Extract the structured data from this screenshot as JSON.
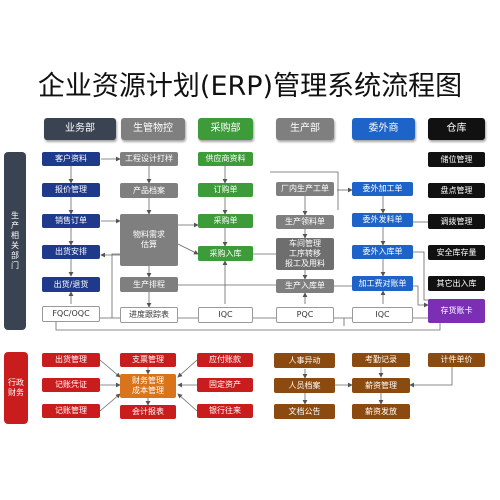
{
  "title": "企业资源计划(ERP)管理系统流程图",
  "colors": {
    "business": "#1f3a8a",
    "production_control": "#7f7f7f",
    "purchasing": "#3d9b3a",
    "production": "#7f7f7f",
    "outsourcing": "#1e63c7",
    "warehouse": "#111111",
    "admin": "#c91d1d",
    "finance_center": "#d9741a",
    "hr": "#8b4a10",
    "inventory_ledger": "#7a2fb5"
  },
  "side_labels": {
    "production_dept": "生\n产\n相\n关\n部\n门",
    "admin_finance": "行政\n财务"
  },
  "headers": {
    "business": "业务部",
    "production_control": "生管物控",
    "purchasing": "采购部",
    "production": "生产部",
    "outsourcing": "委外商",
    "warehouse": "仓库"
  },
  "business": {
    "customer": "客户资料",
    "quote": "报价管理",
    "sales_order": "销售订单",
    "shipment": "出货安排",
    "delivery": "出货/退货",
    "qc": "FQC/OQC"
  },
  "production_control": {
    "engineering": "工程设计打样",
    "product_file": "产品档案",
    "mrp": "物料需求\n估算",
    "scheduling": "生产排程",
    "progress": "进度跟踪表"
  },
  "purchasing": {
    "supplier": "供应商资料",
    "po": "订购单",
    "purchase": "采购单",
    "receiving": "采购入库",
    "iqc": "IQC"
  },
  "production": {
    "work_order": "厂内生产工单",
    "requisition": "生产领料单",
    "workshop": "车间管理\n工序转移\n报工及用料",
    "finished_in": "生产入库单",
    "pqc": "PQC"
  },
  "outsourcing": {
    "out_order": "委外加工单",
    "out_issue": "委外发料单",
    "out_in": "委外入库单",
    "fee": "加工费对账单",
    "iqc": "IQC"
  },
  "warehouse": {
    "storage": "储位管理",
    "stocktake": "盘点管理",
    "transfer": "调拨管理",
    "safety": "安全库存量",
    "other": "其它出入库",
    "ledger": "存货账卡"
  },
  "admin": {
    "shipping_mgmt": "出货管理",
    "voucher": "记账凭证",
    "bookkeeping": "记账管理",
    "payment_mgmt": "支票管理",
    "finance_mgmt": "财务管理\n成本管理",
    "report": "会计报表",
    "payables": "应付账款",
    "fixed_assets": "固定资产",
    "bank": "银行往来"
  },
  "hr": {
    "transfer": "人事异动",
    "archive": "人员档案",
    "notice": "文档公告",
    "attendance": "考勤记录",
    "payroll": "薪资管理",
    "salary_pay": "薪资发放",
    "piece_rate": "计件单价"
  }
}
